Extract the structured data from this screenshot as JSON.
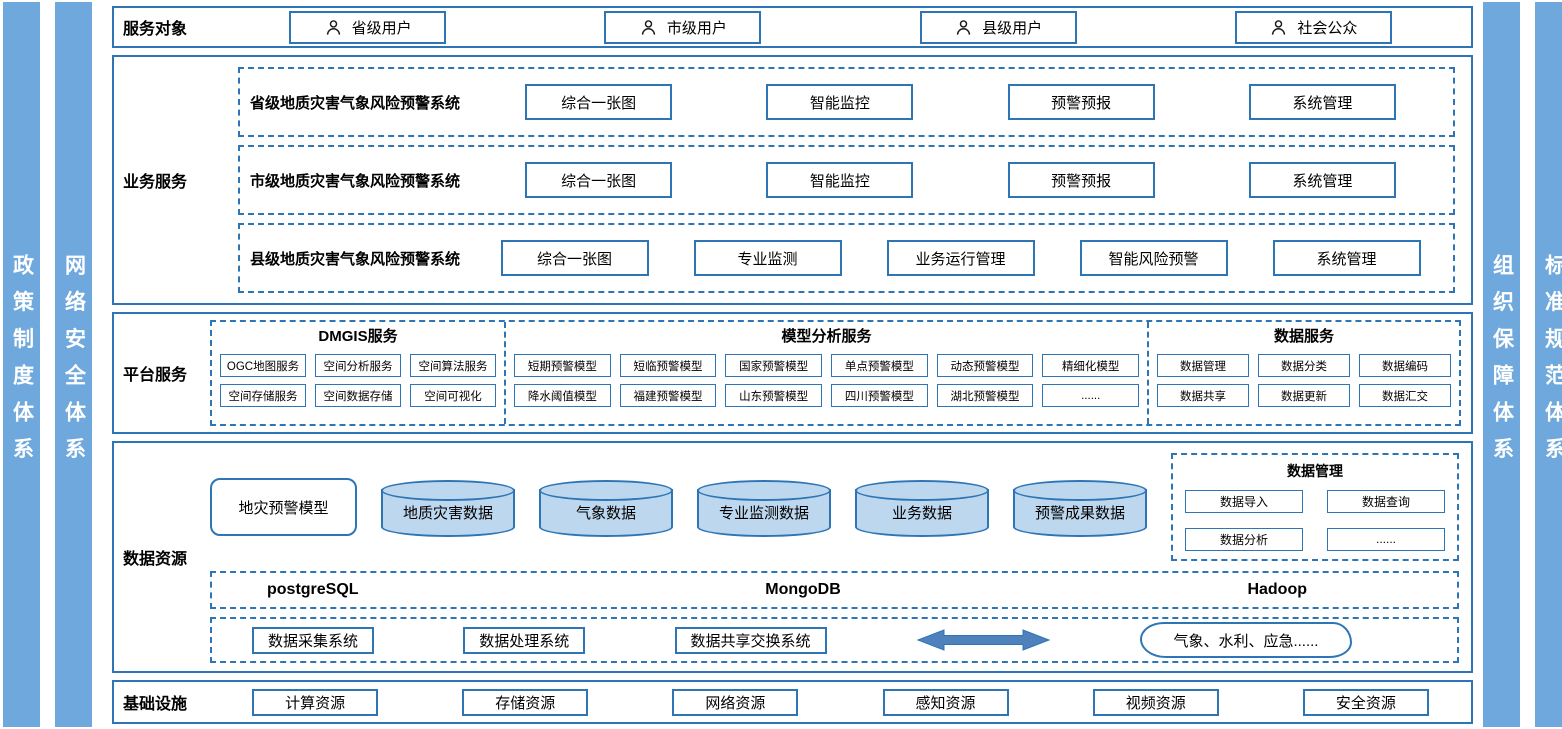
{
  "side_bars": {
    "left": [
      {
        "label": "政策制度体系"
      },
      {
        "label": "网络安全体系"
      }
    ],
    "right": [
      {
        "label": "组织保障体系"
      },
      {
        "label": "标准规范体系"
      }
    ]
  },
  "service_targets": {
    "label": "服务对象",
    "users": [
      "省级用户",
      "市级用户",
      "县级用户",
      "社会公众"
    ]
  },
  "business_services": {
    "label": "业务服务",
    "systems": [
      {
        "title": "省级地质灾害气象风险预警系统",
        "modules": [
          "综合一张图",
          "智能监控",
          "预警预报",
          "系统管理"
        ]
      },
      {
        "title": "市级地质灾害气象风险预警系统",
        "modules": [
          "综合一张图",
          "智能监控",
          "预警预报",
          "系统管理"
        ]
      },
      {
        "title": "县级地质灾害气象风险预警系统",
        "modules": [
          "综合一张图",
          "专业监测",
          "业务运行管理",
          "智能风险预警",
          "系统管理"
        ]
      }
    ]
  },
  "platform_services": {
    "label": "平台服务",
    "sections": [
      {
        "title": "DMGIS服务",
        "rows": [
          [
            "OGC地图服务",
            "空间分析服务",
            "空间算法服务"
          ],
          [
            "空间存储服务",
            "空间数据存储",
            "空间可视化"
          ]
        ]
      },
      {
        "title": "模型分析服务",
        "rows": [
          [
            "短期预警模型",
            "短临预警模型",
            "国家预警模型",
            "单点预警模型",
            "动态预警模型",
            "精细化模型"
          ],
          [
            "降水阈值模型",
            "福建预警模型",
            "山东预警模型",
            "四川预警模型",
            "湖北预警模型",
            "......"
          ]
        ]
      },
      {
        "title": "数据服务",
        "rows": [
          [
            "数据管理",
            "数据分类",
            "数据编码"
          ],
          [
            "数据共享",
            "数据更新",
            "数据汇交"
          ]
        ]
      }
    ]
  },
  "data_resources": {
    "label": "数据资源",
    "model_box": "地灾预警模型",
    "cylinders": [
      "地质灾害数据",
      "气象数据",
      "专业监测数据",
      "业务数据",
      "预警成果数据"
    ],
    "data_management": {
      "title": "数据管理",
      "items": [
        "数据导入",
        "数据查询",
        "数据分析",
        "......"
      ]
    },
    "databases": [
      "postgreSQL",
      "MongoDB",
      "Hadoop"
    ],
    "systems": [
      "数据采集系统",
      "数据处理系统",
      "数据共享交换系统"
    ],
    "external": "气象、水利、应急......"
  },
  "infrastructure": {
    "label": "基础设施",
    "items": [
      "计算资源",
      "存储资源",
      "网络资源",
      "感知资源",
      "视频资源",
      "安全资源"
    ]
  },
  "icons": {
    "user": "person-outline-icon",
    "exchange": "double-arrow-icon"
  },
  "colors": {
    "border_blue": "#2E75B6",
    "pillar_blue": "#6FA8DC",
    "cylinder_fill": "#BDD7EE",
    "arrow_fill": "#4F81BD"
  }
}
